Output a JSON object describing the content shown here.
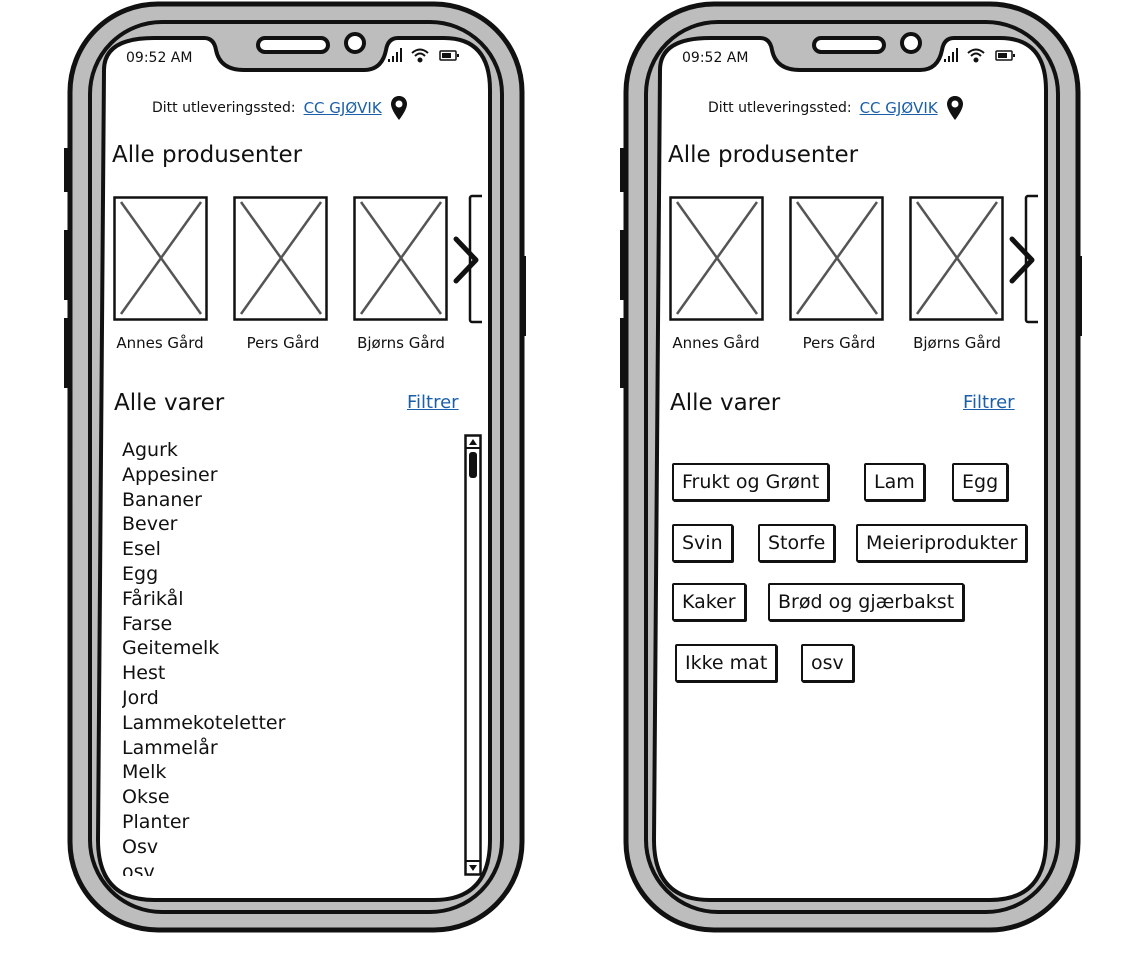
{
  "status": {
    "time": "09:52 AM",
    "icons": [
      "signal-icon",
      "wifi-icon",
      "battery-icon"
    ]
  },
  "location": {
    "label": "Ditt utleveringssted:",
    "value": "CC GJØVIK",
    "icon": "map-pin-icon"
  },
  "producers": {
    "title": "Alle produsenter",
    "items": [
      "Annes Gård",
      "Pers Gård",
      "Bjørns Gård"
    ],
    "next_icon": "chevron-right-icon"
  },
  "products": {
    "title": "Alle varer",
    "filter_label": "Filtrer",
    "items": [
      "Agurk",
      "Appesiner",
      "Bananer",
      "Bever",
      "Esel",
      "Egg",
      "Fårikål",
      "Farse",
      "Geitemelk",
      "Hest",
      "Jord",
      "Lammekoteletter",
      "Lammelår",
      "Melk",
      "Okse",
      "Planter",
      "Osv",
      "osv"
    ]
  },
  "categories": [
    "Frukt og Grønt",
    "Lam",
    "Egg",
    "Svin",
    "Storfe",
    "Meieriprodukter",
    "Kaker",
    "Brød og gjærbakst",
    "Ikke mat",
    "osv"
  ]
}
